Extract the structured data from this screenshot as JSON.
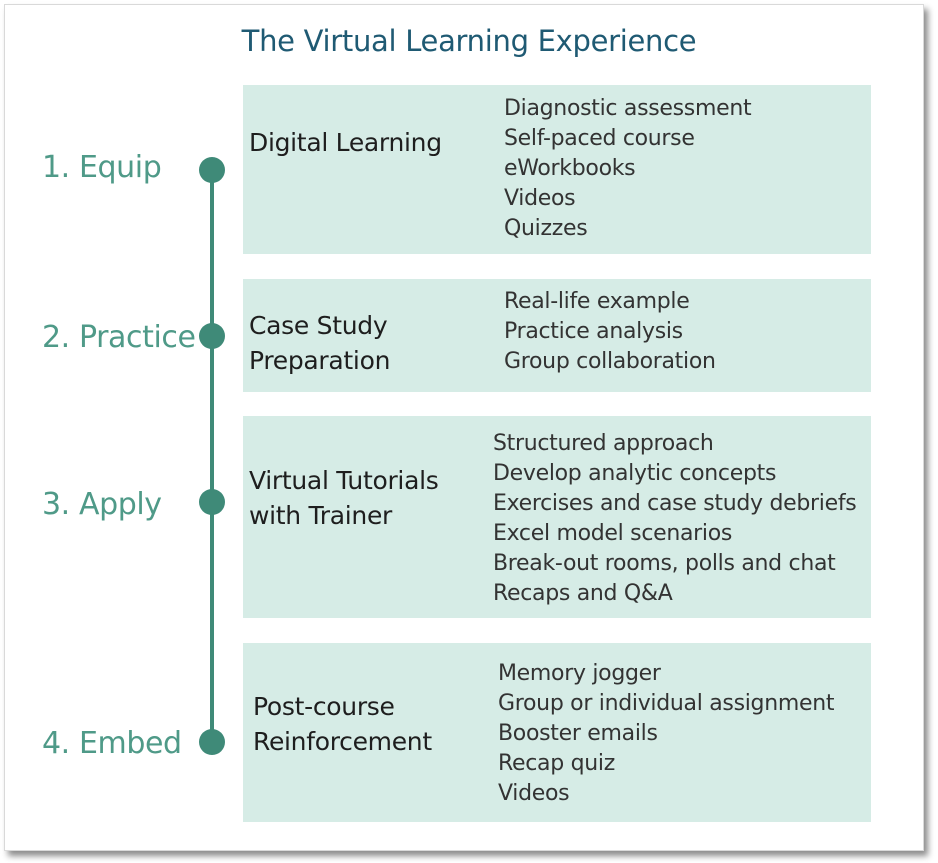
{
  "title": "The Virtual Learning Experience",
  "colors": {
    "accent": "#3f8a78",
    "label": "#4f9a88",
    "title": "#1f5a73",
    "card_bg": "#d6ece6"
  },
  "steps": [
    {
      "label": "1. Equip",
      "heading": [
        "Digital Learning"
      ],
      "items": [
        "Diagnostic assessment",
        "Self-paced course",
        "eWorkbooks",
        "Videos",
        "Quizzes"
      ]
    },
    {
      "label": "2. Practice",
      "heading": [
        "Case Study",
        "Preparation"
      ],
      "items": [
        "Real-life example",
        "Practice analysis",
        "Group collaboration"
      ]
    },
    {
      "label": "3. Apply",
      "heading": [
        "Virtual Tutorials",
        "with Trainer"
      ],
      "items": [
        "Structured approach",
        "Develop analytic concepts",
        "Exercises and case study debriefs",
        "Excel model scenarios",
        "Break-out rooms, polls and chat",
        "Recaps and Q&A"
      ]
    },
    {
      "label": "4. Embed",
      "heading": [
        "Post-course",
        "Reinforcement"
      ],
      "items": [
        "Memory jogger",
        "Group or individual assignment",
        "Booster emails",
        "Recap quiz",
        "Videos"
      ]
    }
  ]
}
